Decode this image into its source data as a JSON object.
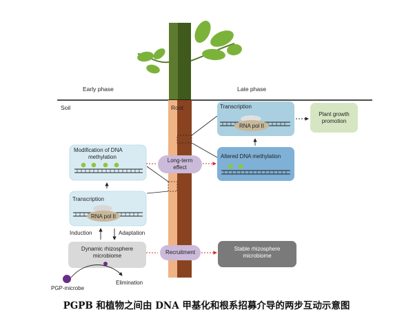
{
  "phases": {
    "early": "Early phase",
    "late": "Late phase"
  },
  "regions": {
    "soil": "Soil",
    "root": "Root"
  },
  "nodes": {
    "methylation_mod": {
      "line1": "Modification of DNA",
      "line2": "methylation"
    },
    "transcription_early": {
      "title": "Transcription",
      "enzyme": "RNA pol II"
    },
    "dynamic_microbiome": {
      "line1": "Dynamic rhizosphere",
      "line2": "microbiome"
    },
    "long_term_effect": {
      "line1": "Long-term",
      "line2": "effect"
    },
    "recruitment": {
      "label": "Recruitment"
    },
    "transcription_late": {
      "title": "Transcription",
      "enzyme": "RNA pol II"
    },
    "altered_methylation": {
      "label": "Altered DNA methylation"
    },
    "plant_growth": {
      "line1": "Plant growth",
      "line2": "promotion"
    },
    "stable_microbiome": {
      "line1": "Stable rhizosphere",
      "line2": "microbiome"
    }
  },
  "arrow_labels": {
    "induction": "Induction",
    "adaptation": "Adaptation",
    "elimination": "Elimination"
  },
  "microbe_label": "PGP-microbe",
  "caption": "PGPB 和植物之间由 DNA 甲基化和根系招募介导的两步互动示意图",
  "colors": {
    "root_light": "#f0b385",
    "root_dark": "#8a4320",
    "stem_green": "#5d7a2e",
    "stem_dark": "#3f5a1c",
    "leaf_green": "#7bb33a",
    "methyl_dot": "#8cc63f",
    "box_lightblue": "#d8ebf3",
    "box_midblue": "#a9cfe0",
    "box_blue": "#7fb0d6",
    "box_green": "#d6e6c3",
    "box_gray": "#d9d9d9",
    "box_darkgray": "#7a7a7a",
    "pill_purple": "#cbbad9",
    "polymerase": "#c8b89a",
    "microbe": "#6a2d8a",
    "red_dashed": "#d62a2a"
  }
}
